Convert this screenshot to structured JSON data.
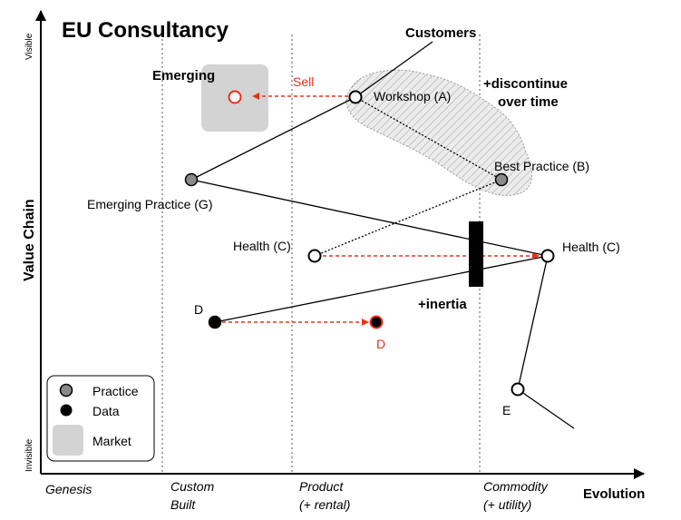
{
  "title": "EU Consultancy",
  "axes": {
    "y_label": "Value Chain",
    "y_top": "Visible",
    "y_bottom": "Invisible",
    "x_label": "Evolution",
    "stages": [
      {
        "line1": "Genesis",
        "line2": ""
      },
      {
        "line1": "Custom",
        "line2": "Built"
      },
      {
        "line1": "Product",
        "line2": "(+ rental)"
      },
      {
        "line1": "Commodity",
        "line2": "(+ utility)"
      }
    ]
  },
  "nodes": {
    "customers": {
      "label": "Customers"
    },
    "workshop": {
      "label": "Workshop (A)"
    },
    "best_practice": {
      "label": "Best Practice (B)"
    },
    "emerging_practice": {
      "label": "Emerging Practice (G)"
    },
    "health_product": {
      "label": "Health (C)"
    },
    "health_commodity": {
      "label": "Health (C)"
    },
    "data_d": {
      "label": "D"
    },
    "data_d_moved": {
      "label": "D"
    },
    "e": {
      "label": "E"
    }
  },
  "annotations": {
    "emerging": "Emerging",
    "sell": "Sell",
    "discontinue_line1": "+discontinue",
    "discontinue_line2": "over time",
    "inertia": "+inertia"
  },
  "legend": {
    "practice": "Practice",
    "data": "Data",
    "market": "Market"
  },
  "colors": {
    "red": "#e8321e",
    "practice_fill": "#8a8a8a",
    "market_fill": "#d3d3d3",
    "hatch": "#bdbdbd"
  }
}
